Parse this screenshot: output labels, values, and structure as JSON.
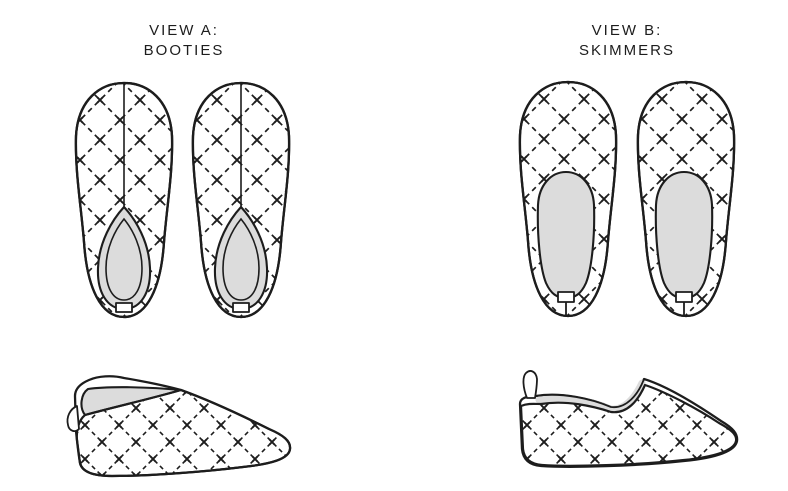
{
  "colors": {
    "background": "#ffffff",
    "line": "#1d1d1d",
    "gray_fill": "#dcdcdc"
  },
  "views": {
    "a": {
      "title_line1": "VIEW A:",
      "title_line2": "BOOTIES"
    },
    "b": {
      "title_line1": "VIEW B:",
      "title_line2": "SKIMMERS"
    }
  },
  "illustrations": {
    "a_top": "pair of quilted booties, top view",
    "a_side": "quilted bootie, side view",
    "b_top": "pair of quilted skimmers, top view",
    "b_side": "quilted skimmer, side view"
  }
}
